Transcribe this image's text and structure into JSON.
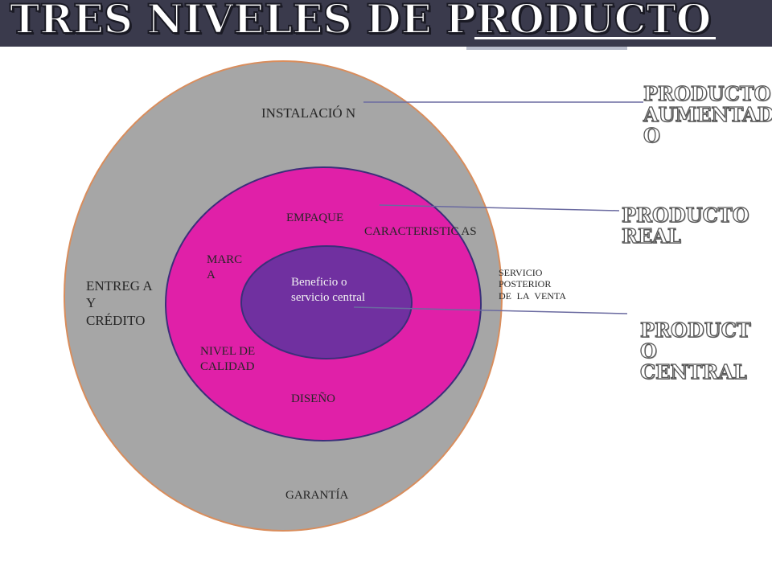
{
  "title": "TRES NIVELES DE PRODUCTO",
  "colors": {
    "outer_ring": "#a6a6a6",
    "outer_ring_border": "#d98d5c",
    "middle_ring": "#e020a8",
    "core": "#7030a0",
    "title_bar": "#3a3a4c",
    "leader_line": "#6a6aa0"
  },
  "rings": {
    "outer": {
      "labels": {
        "instalacion": "INSTALACIÓ N",
        "entrega": "ENTREG A Y CRÉDITO",
        "servicio": "SERVICIO POSTERIOR DE LA VENTA",
        "garantia": "GARANTÍA"
      }
    },
    "middle": {
      "labels": {
        "empaque": "EMPAQUE",
        "caracteristicas": "CARACTERISTIC AS",
        "marca": "MARC A",
        "nivel_calidad": "NIVEL DE CALIDAD",
        "diseno": "DISEÑO"
      }
    },
    "core": {
      "label": "Beneficio o servicio central"
    }
  },
  "callouts": {
    "aumentado": "PRODUCTO AUMENTAD O",
    "real": "PRODUCTO REAL",
    "central": "PRODUCT O CENTRAL"
  }
}
